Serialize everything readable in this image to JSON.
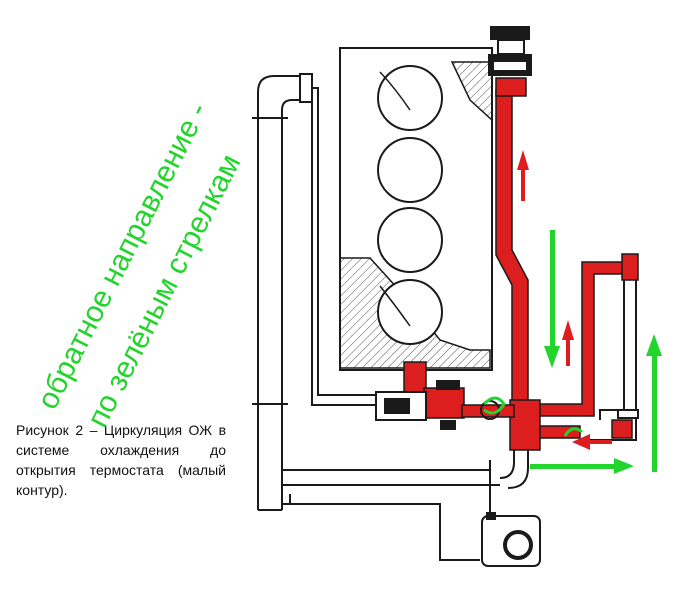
{
  "annotation": {
    "line1": "обратное направление -",
    "line2": "по зелёным стрелкам"
  },
  "caption": {
    "text": "Рисунок 2 – Циркуляция ОЖ в системе охлаждения до открытия термостата (малый контур)."
  },
  "colors": {
    "coolant_red": "#dc1e1e",
    "arrow_green": "#22d42c",
    "outline": "#1a1a1a",
    "hatch": "#555555"
  },
  "icons": {
    "flow_arrows_red": "arrow-up",
    "flow_arrows_green": "arrow-down/arrow-right",
    "thermostat": "valve",
    "pump": "circular-arrow"
  }
}
